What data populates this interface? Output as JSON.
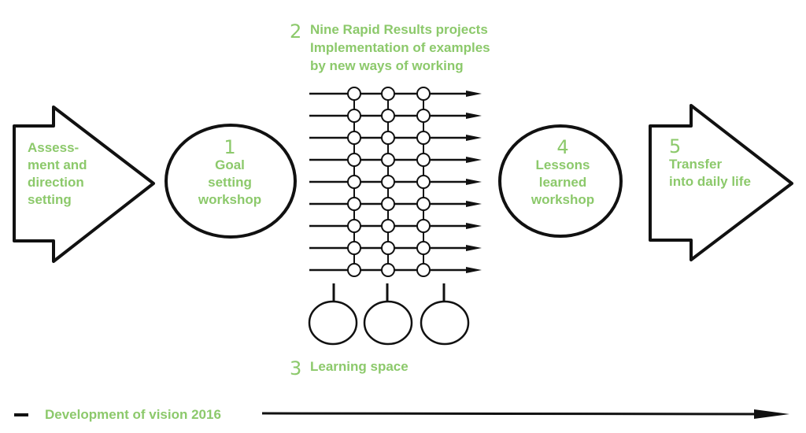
{
  "steps": {
    "assessment": {
      "label": [
        "Assess-",
        "ment and",
        "direction",
        "setting"
      ]
    },
    "goal_workshop": {
      "number": "1",
      "label": [
        "Goal",
        "setting",
        "workshop"
      ]
    },
    "projects": {
      "number": "2",
      "label": [
        "Nine Rapid Results projects",
        "Implementation of examples",
        "by new ways of working"
      ]
    },
    "learning_space": {
      "number": "3",
      "label": "Learning space"
    },
    "lessons_workshop": {
      "number": "4",
      "label": [
        "Lessons",
        "learned",
        "workshop"
      ]
    },
    "transfer": {
      "number": "5",
      "label": [
        "Transfer",
        "into daily life"
      ]
    }
  },
  "timeline": {
    "label": "Development of vision 2016"
  },
  "colors": {
    "label_green": "#8cc96b",
    "ink": "#111111"
  },
  "icons": [
    "arrow-right-icon",
    "circle-icon",
    "node-icon"
  ]
}
